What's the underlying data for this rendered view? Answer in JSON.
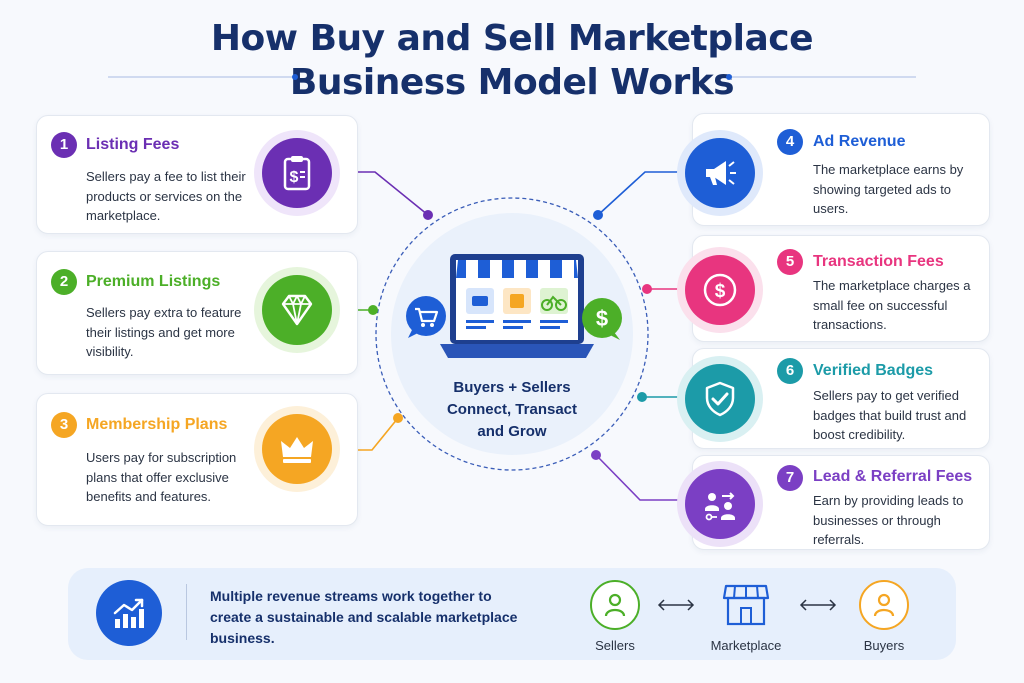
{
  "header": {
    "title_line1": "How Buy and Sell Marketplace",
    "title_line2": "Business Model Works"
  },
  "center": {
    "text_line1": "Buyers + Sellers",
    "text_line2": "Connect, Transact",
    "text_line3": "and Grow"
  },
  "cards": [
    {
      "number": "1",
      "title": "Listing Fees",
      "color": "#6b2fb3",
      "icon": "clipboard-dollar-icon",
      "desc": [
        "Sellers pay a fee to list their",
        "products or services on the",
        "marketplace."
      ]
    },
    {
      "number": "2",
      "title": "Premium Listings",
      "color": "#4caf28",
      "icon": "diamond-icon",
      "desc": [
        "Sellers pay extra to feature",
        "their listings and get more",
        "visibility."
      ]
    },
    {
      "number": "3",
      "title": "Membership Plans",
      "color": "#f5a623",
      "icon": "crown-icon",
      "desc": [
        "Users pay for subscription",
        "plans that offer exclusive",
        "benefits and features."
      ]
    },
    {
      "number": "4",
      "title": "Ad Revenue",
      "color": "#1e5ed6",
      "icon": "megaphone-icon",
      "desc": [
        "The marketplace earns by",
        "showing targeted ads to",
        "users."
      ]
    },
    {
      "number": "5",
      "title": "Transaction Fees",
      "color": "#e8357f",
      "icon": "dollar-coin-icon",
      "desc": [
        "The marketplace charges a",
        "small fee on successful",
        "transactions."
      ]
    },
    {
      "number": "6",
      "title": "Verified Badges",
      "color": "#1c9ba8",
      "icon": "shield-check-icon",
      "desc": [
        "Sellers pay to get verified",
        "badges that build trust and",
        "boost credibility."
      ]
    },
    {
      "number": "7",
      "title": "Lead & Referral Fees",
      "color": "#7b3fc4",
      "icon": "referral-people-icon",
      "desc": [
        "Earn by providing leads to",
        "businesses or through",
        "referrals."
      ]
    }
  ],
  "footer": {
    "text_line1": "Multiple revenue streams work together to",
    "text_line2": "create a sustainable and scalable marketplace",
    "text_line3": "business.",
    "sellers_label": "Sellers",
    "marketplace_label": "Marketplace",
    "buyers_label": "Buyers",
    "icon": "growth-chart-icon"
  }
}
